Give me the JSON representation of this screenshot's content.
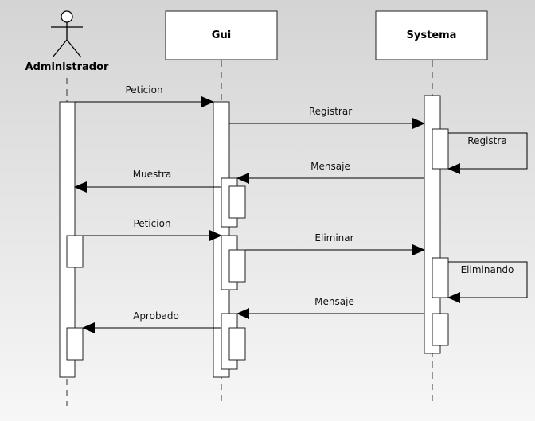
{
  "participants": {
    "actor": {
      "name": "Administrador"
    },
    "gui": {
      "name": "Gui"
    },
    "system": {
      "name": "Systema"
    }
  },
  "messages": [
    {
      "label": "Peticion"
    },
    {
      "label": "Registrar"
    },
    {
      "label": "Registra"
    },
    {
      "label": "Mensaje"
    },
    {
      "label": "Muestra"
    },
    {
      "label": "Peticion"
    },
    {
      "label": "Eliminar"
    },
    {
      "label": "Eliminando"
    },
    {
      "label": "Mensaje"
    },
    {
      "label": "Aprobado"
    }
  ]
}
